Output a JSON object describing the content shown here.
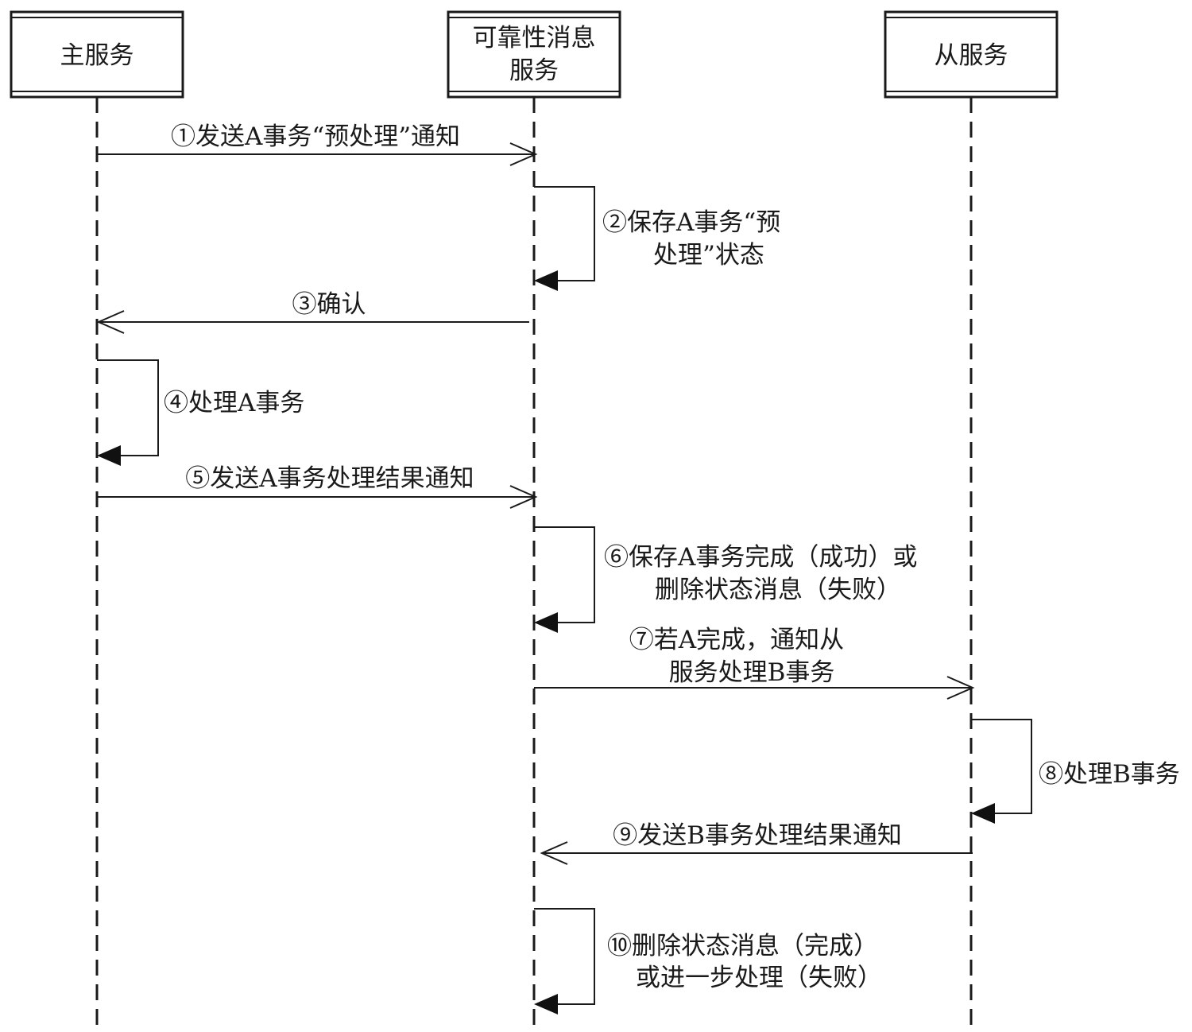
{
  "participants": [
    {
      "lines": [
        "主服务"
      ]
    },
    {
      "lines": [
        "可靠性消息",
        "服务"
      ]
    },
    {
      "lines": [
        "从服务"
      ]
    }
  ],
  "steps": [
    {
      "lines": [
        "①发送A事务“预处理”通知"
      ]
    },
    {
      "lines": [
        "②保存A事务“预",
        "处理”状态"
      ]
    },
    {
      "lines": [
        "③确认"
      ]
    },
    {
      "lines": [
        "④处理A事务"
      ]
    },
    {
      "lines": [
        "⑤发送A事务处理结果通知"
      ]
    },
    {
      "lines": [
        "⑥保存A事务完成（成功）或",
        "删除状态消息（失败）"
      ]
    },
    {
      "lines": [
        "⑦若A完成，通知从",
        "服务处理B事务"
      ]
    },
    {
      "lines": [
        "⑧处理B事务"
      ]
    },
    {
      "lines": [
        "⑨发送B事务处理结果通知"
      ]
    },
    {
      "lines": [
        "⑩删除状态消息（完成）",
        "或进一步处理（失败）"
      ]
    }
  ]
}
